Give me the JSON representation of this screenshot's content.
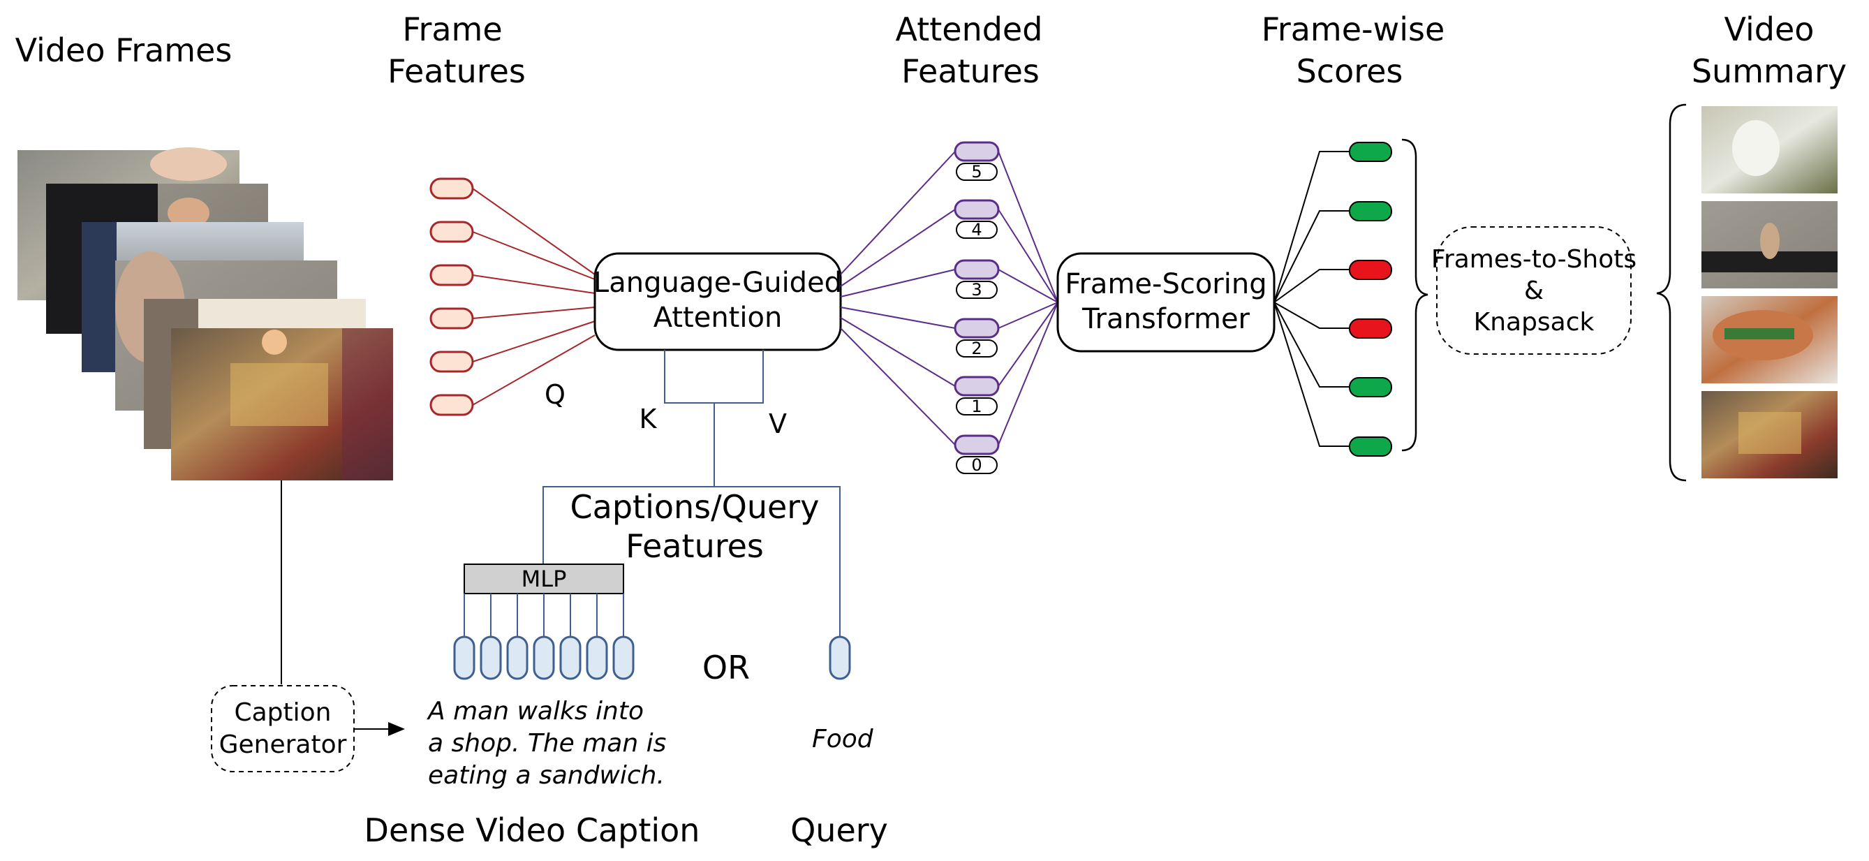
{
  "headers": {
    "video_frames": "Video Frames",
    "frame_features": [
      "Frame",
      "Features"
    ],
    "attended_features": [
      "Attended",
      "Features"
    ],
    "frame_wise_scores": [
      "Frame-wise",
      "Scores"
    ],
    "video_summary": [
      "Video",
      "Summary"
    ]
  },
  "blocks": {
    "lga": [
      "Language-Guided",
      "Attention"
    ],
    "fst": [
      "Frame-Scoring",
      "Transformer"
    ],
    "fts": [
      "Frames-to-Shots",
      "&",
      "Knapsack"
    ],
    "caption_generator": [
      "Caption",
      "Generator"
    ],
    "mlp": "MLP"
  },
  "attention_labels": {
    "q": "Q",
    "k": "K",
    "v": "V"
  },
  "captions_query_features": [
    "Captions/Query",
    "Features"
  ],
  "or_label": "OR",
  "attended_indices": [
    "5",
    "4",
    "3",
    "2",
    "1",
    "0"
  ],
  "frame_scores": [
    "high",
    "high",
    "low",
    "low",
    "high",
    "high"
  ],
  "dense_caption_text": [
    "A man walks into",
    "a shop. The man is",
    "eating a sandwich."
  ],
  "query_text": "Food",
  "bottom_labels": {
    "dense_video_caption": "Dense Video Caption",
    "query": "Query"
  },
  "colors": {
    "frame_feature_fill": "#fde3d3",
    "frame_feature_stroke": "#a8252a",
    "attended_fill": "#d9cfe6",
    "attended_stroke": "#5b2d8a",
    "high_score": "#0ea84a",
    "low_score": "#e8141b",
    "caption_token_fill": "#dce8f4",
    "caption_stroke": "#3e5f8f",
    "mlp_fill": "#d0d0d0"
  }
}
